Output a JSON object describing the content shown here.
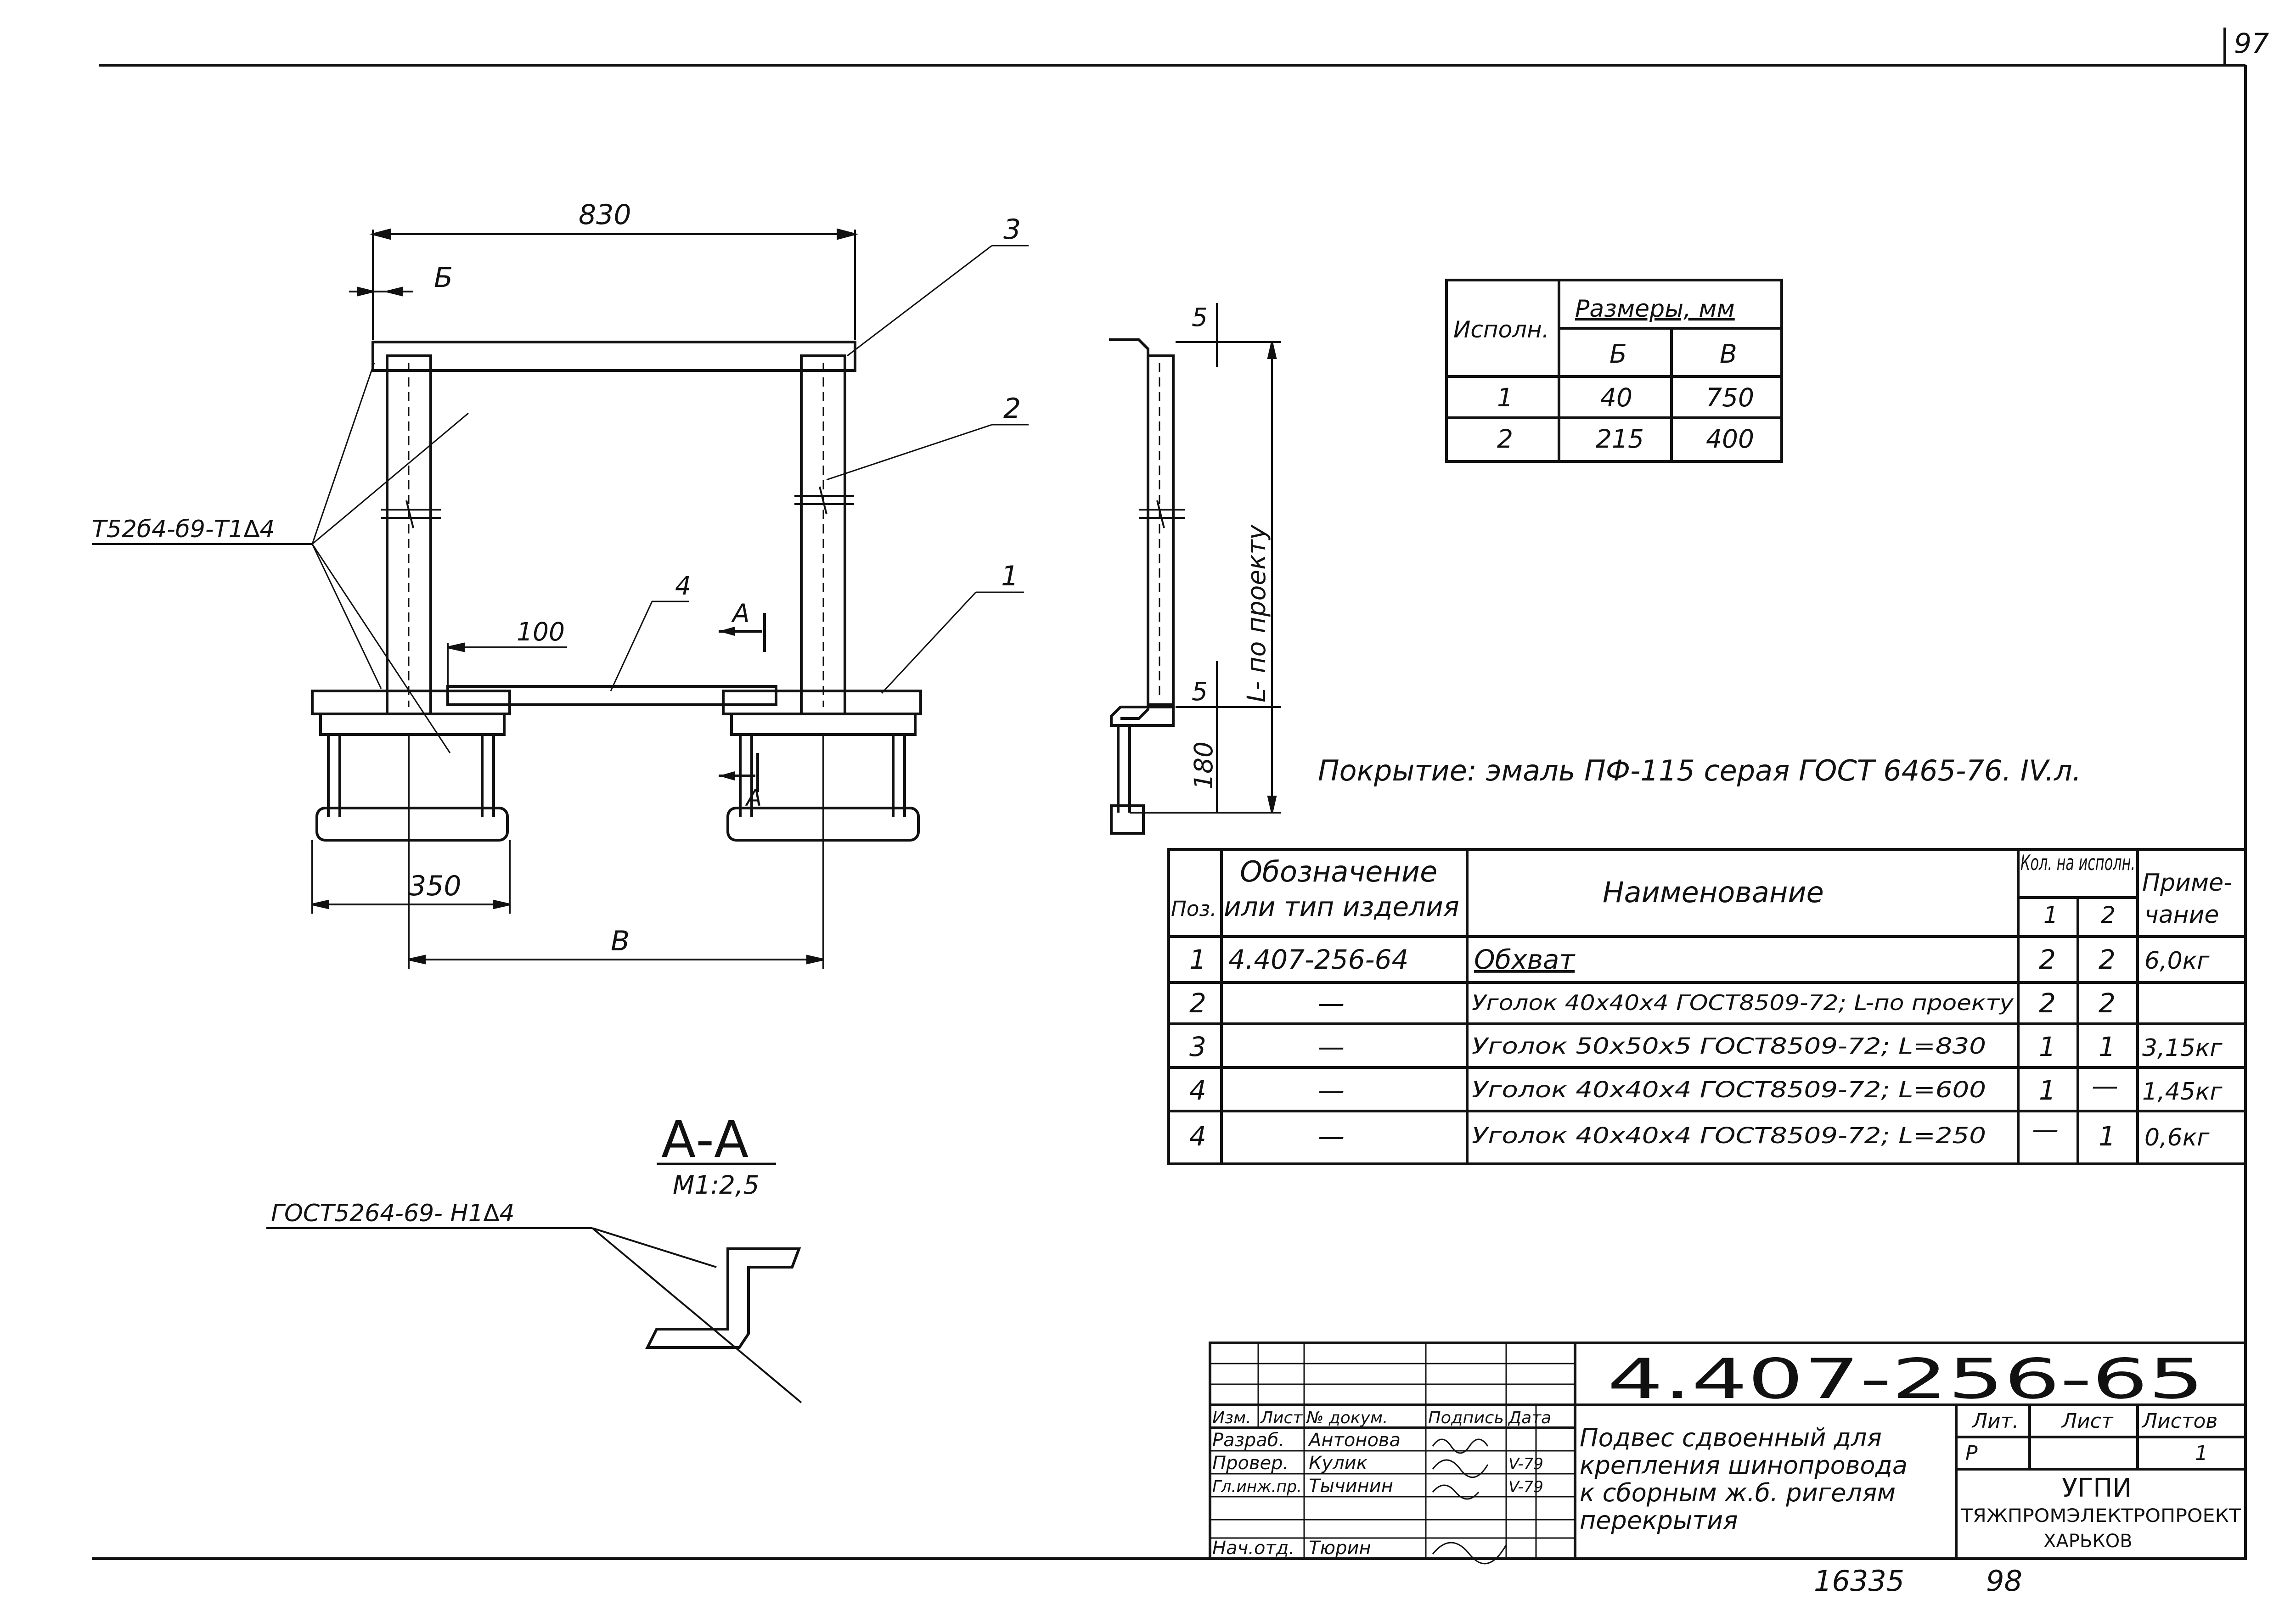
{
  "sheet": {
    "page_number": "97",
    "bottom_left_number": "16335",
    "bottom_right_number": "98"
  },
  "front_view": {
    "dim_total": "830",
    "dim_6": "Б",
    "dim_100": "100",
    "dim_350": "350",
    "dim_B": "В",
    "weld_note": "Т52б4-б9-Т1∆4",
    "pos_1": "1",
    "pos_2": "2",
    "pos_3": "3",
    "pos_4": "4",
    "section_mark_top": "А",
    "section_mark_bottom": "А"
  },
  "side_view": {
    "dim_5_top": "5",
    "dim_5_bottom": "5",
    "dim_180": "180",
    "dim_L": "L- по проекту"
  },
  "variants_table": {
    "header_col1": "Исполн.",
    "header_group": "Размеры, мм",
    "header_b": "Б",
    "header_v": "В",
    "rows": [
      {
        "variant": "1",
        "b": "40",
        "v": "750"
      },
      {
        "variant": "2",
        "b": "215",
        "v": "400"
      }
    ]
  },
  "coating_note": "Покрытие: эмаль ПФ-115 серая ГОСТ 6465-76. IV.л.",
  "section": {
    "title": "А-А",
    "scale": "М1:2,5",
    "weld_note": "ГОСТ5264-69- Н1∆4"
  },
  "spec_table": {
    "h_pos": "Поз.",
    "h_designation": "Обозначение или тип изделия",
    "h_designation_1": "Обозначение",
    "h_designation_2": "или тип изделия",
    "h_name": "Наименование",
    "h_qty": "Кол. на исполн.",
    "h_qty_1": "1",
    "h_qty_2": "2",
    "h_note_1": "Приме-",
    "h_note_2": "чание",
    "rows": [
      {
        "pos": "1",
        "designation": "4.407-256-64",
        "name": "Обхват",
        "q1": "2",
        "q2": "2",
        "note": "6,0кг"
      },
      {
        "pos": "2",
        "designation": "—",
        "name": "Уголок 40х40х4 ГОСТ8509-72; L-по проекту",
        "q1": "2",
        "q2": "2",
        "note": ""
      },
      {
        "pos": "3",
        "designation": "—",
        "name": "Уголок 50х50х5 ГОСТ8509-72; L=830",
        "q1": "1",
        "q2": "1",
        "note": "3,15кг"
      },
      {
        "pos": "4",
        "designation": "—",
        "name": "Уголок 40х40х4 ГОСТ8509-72; L=600",
        "q1": "1",
        "q2": "—",
        "note": "1,45кг"
      },
      {
        "pos": "4",
        "designation": "—",
        "name": "Уголок 40х40х4 ГОСТ8509-72; L=250",
        "q1": "—",
        "q2": "1",
        "note": "0,6кг"
      }
    ]
  },
  "title_block": {
    "doc_code": "4.407-256-65",
    "h_izm": "Изм.",
    "h_list": "Лист",
    "h_doc": "№ докум.",
    "h_sign": "Подпись",
    "h_date": "Дата",
    "roles": [
      {
        "role": "Разраб.",
        "name": "Антонова",
        "date": ""
      },
      {
        "role": "Провер.",
        "name": "Кулик",
        "date": "V-79"
      },
      {
        "role": "Гл.инж.пр.",
        "name": "Тычинин",
        "date": "V-79"
      },
      {
        "role": "Нач.отд.",
        "name": "Тюрин",
        "date": ""
      }
    ],
    "title_line1": "Подвес сдвоенный для",
    "title_line2": "крепления шинопровода",
    "title_line3": "к сборным ж.б. ригелям",
    "title_line4": "перекрытия",
    "h_lit": "Лит.",
    "h_sheet": "Лист",
    "h_sheets": "Листов",
    "lit": "Р",
    "sheets": "1",
    "org_1": "УГПИ",
    "org_2": "ТЯЖПРОМЭЛЕКТРОПРОЕКТ",
    "org_3": "ХАРЬКОВ"
  }
}
